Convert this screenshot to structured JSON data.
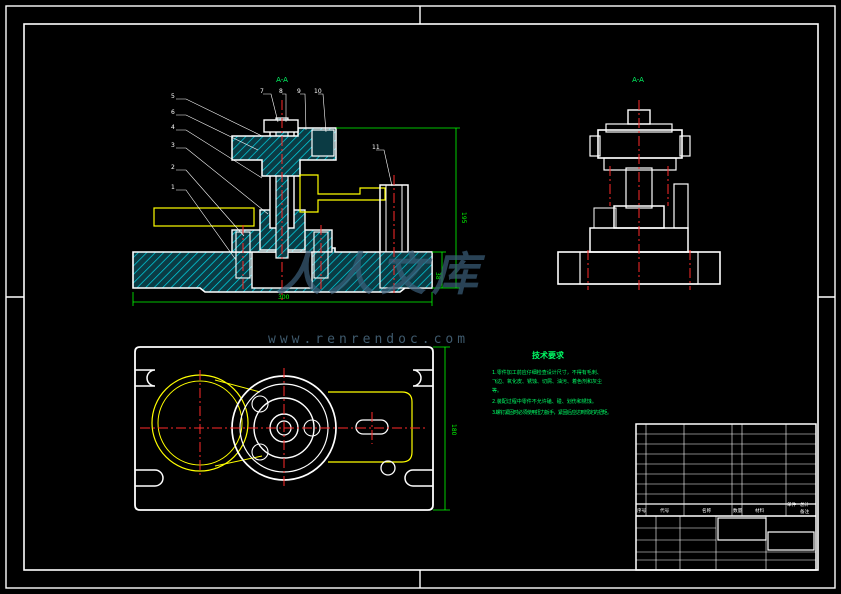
{
  "section_labels": {
    "front": "A-A",
    "side": "A-A"
  },
  "part_callouts": [
    "5",
    "6",
    "4",
    "3",
    "2",
    "1",
    "7",
    "8",
    "9",
    "10",
    "11"
  ],
  "dimensions": {
    "width": "300",
    "height": "195",
    "base_height": "38",
    "plan_height": "180"
  },
  "tech_requirements": {
    "title": "技术要求",
    "lines": [
      "1.零件加工前应仔细检查设计尺寸，不得有毛刺、",
      "飞边、氧化皮、锈蚀、切屑、油污、着色剂和灰尘",
      "等。",
      "2.装配过程中零件不允许磕、碰、划伤和锈蚀。",
      "3.螺钉紧固时必须使用扭力扳手，紧固后应达到规定的扭矩。"
    ]
  },
  "title_block_headers": [
    "序号",
    "代号",
    "名称",
    "数量",
    "材料",
    "单件",
    "总计",
    "备注"
  ],
  "watermark": {
    "text": "人人文库",
    "url": "www.renrendoc.com"
  },
  "colors": {
    "outline": "#ffffff",
    "hatch": "#00e5ff",
    "center": "#ff2a2a",
    "dim": "#00ff00",
    "hidden": "#ffff00",
    "text": "#00ff66"
  }
}
